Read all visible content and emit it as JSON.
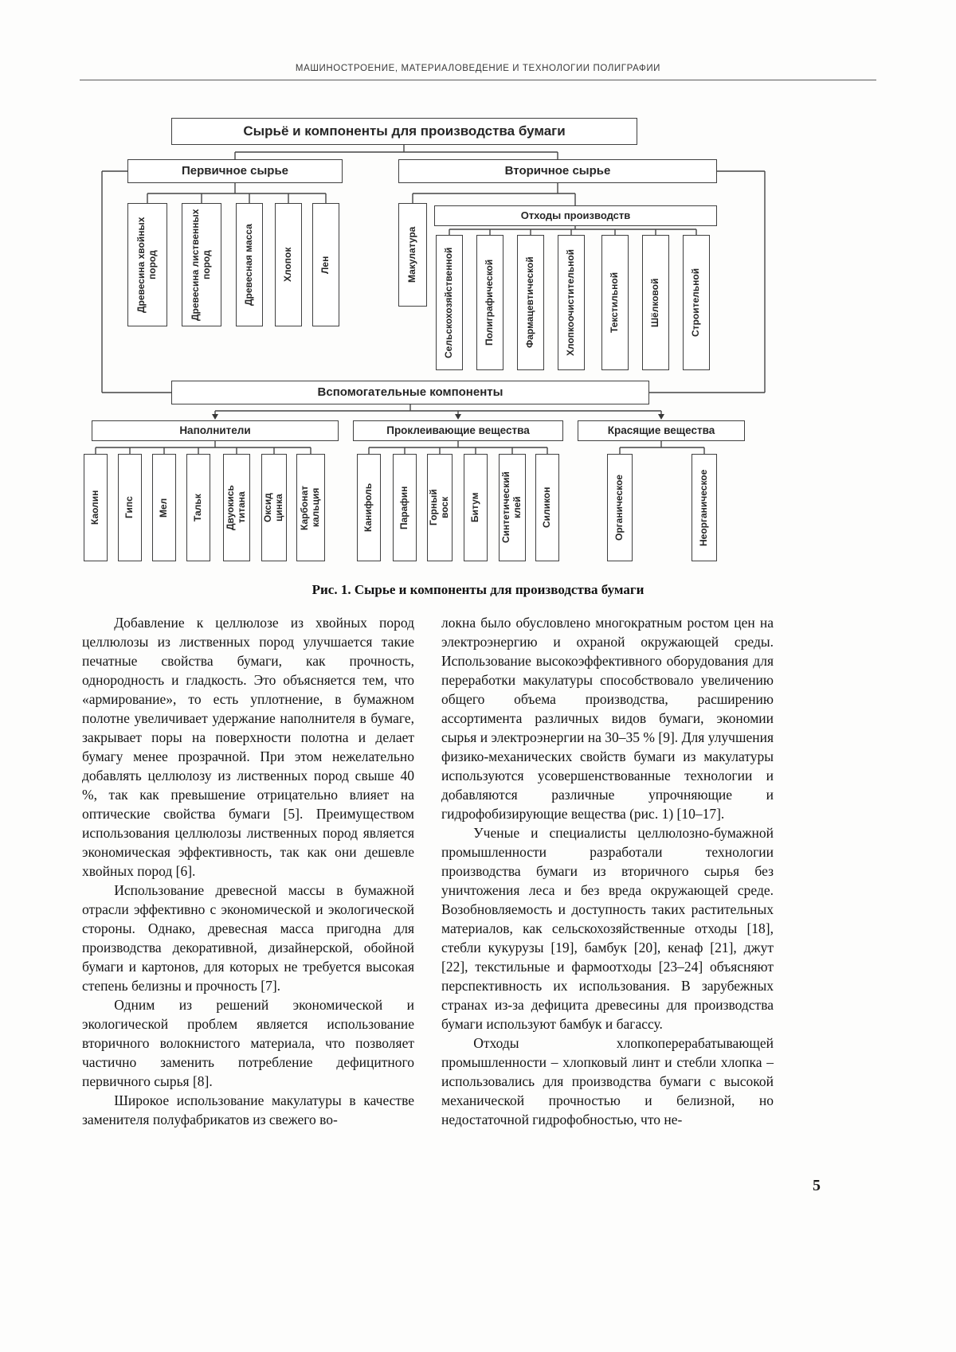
{
  "page": {
    "header": "МАШИНОСТРОЕНИЕ, МАТЕРИАЛОВЕДЕНИЕ И ТЕХНОЛОГИИ ПОЛИГРАФИИ",
    "page_number": "5"
  },
  "figure": {
    "caption": "Рис. 1. Сырье и компоненты для производства бумаги",
    "root": "Сырьё и компоненты для производства бумаги",
    "primary": {
      "label": "Первичное сырье",
      "items": [
        "Древесина хвойных пород",
        "Древесина лиственных пород",
        "Древесная масса",
        "Хлопок",
        "Лен"
      ]
    },
    "secondary": {
      "label": "Вторичное сырье",
      "recycled_paper": "Макулатура",
      "waste": {
        "label": "Отходы производств",
        "items": [
          "Сельскохозяйственной",
          "Полиграфической",
          "Фармацевтической",
          "Хлопкоочистительной",
          "Текстильной",
          "Шёлковой",
          "Строительной"
        ]
      }
    },
    "auxiliary": {
      "label": "Вспомогательные компоненты",
      "groups": [
        {
          "label": "Наполнители",
          "items": [
            "Каолин",
            "Гипс",
            "Мел",
            "Тальк",
            "Двуокись\nтитана",
            "Оксид\nцинка",
            "Карбонат\nкальция"
          ]
        },
        {
          "label": "Проклеивающие вещества",
          "items": [
            "Канифоль",
            "Парафин",
            "Горный\nвоск",
            "Битум",
            "Синтетический\nклей",
            "Силикон"
          ]
        },
        {
          "label": "Красящие вещества",
          "items": [
            "Органическое",
            "Неорганическое"
          ]
        }
      ]
    }
  },
  "article": {
    "left": [
      "Добавление к целлюлозе из хвойных пород целлюлозы из лиственных пород улучшается такие печатные свойства бумаги, как прочность, однородность и гладкость. Это объясняется тем, что «армирование», то есть уплотнение, в бумажном полотне увеличивает удержание наполнителя в бумаге, закрывает поры на поверхности полотна и делает бумагу менее прозрачной. При этом нежелательно добавлять целлюлозу из лиственных пород свыше 40 %, так как превышение отрицательно влияет на оптические свойства бумаги [5]. Преимуществом использования целлюлозы лиственных пород является экономическая эффективность, так как они дешевле хвойных пород [6].",
      "Использование древесной массы в бумажной отрасли эффективно с экономической и экологической стороны. Однако, древесная масса пригодна для производства декоративной, дизайнерской, обойной бумаги и картонов, для которых не требуется высокая степень белизны и прочность [7].",
      "Одним из решений экономической и экологической проблем является использование вторичного волокнистого материала, что позволяет частично заменить потребление дефицитного первичного сырья [8].",
      "Широкое использование макулатуры в качестве заменителя полуфабрикатов из свежего во-"
    ],
    "right": [
      "локна было обусловлено многократным ростом цен на электроэнергию и охраной окружающей среды. Использование высокоэффективного оборудования для переработки макулатуры способствовало увеличению общего объема производства, расширению ассортимента различных видов бумаги, экономии сырья и электроэнергии на 30–35 % [9]. Для улучшения физико-механических свойств бумаги из макулатуры используются усовершенствованные технологии и добавляются различные упрочняющие и гидрофобизирующие вещества (рис. 1) [10–17].",
      "Ученые и специалисты целлюлозно-бумажной промышленности разработали технологии производства бумаги из вторичного сырья без уничтожения леса и без вреда окружающей среде. Возобновляемость и доступность таких растительных материалов, как сельскохозяйственные отходы [18], стебли кукурузы [19], бамбук [20], кенаф [21], джут [22], текстильные и фармоотходы [23–24] объясняют перспективность их использования. В зарубежных странах из-за дефицита древесины для производства бумаги используют бамбук и багассу.",
      "Отходы хлопкоперерабатывающей промышленности – хлопковый линт и стебли хлопка – использовались для производства бумаги с высокой механической прочностью и белизной, но недостаточной гидрофобностью, что не-"
    ]
  }
}
